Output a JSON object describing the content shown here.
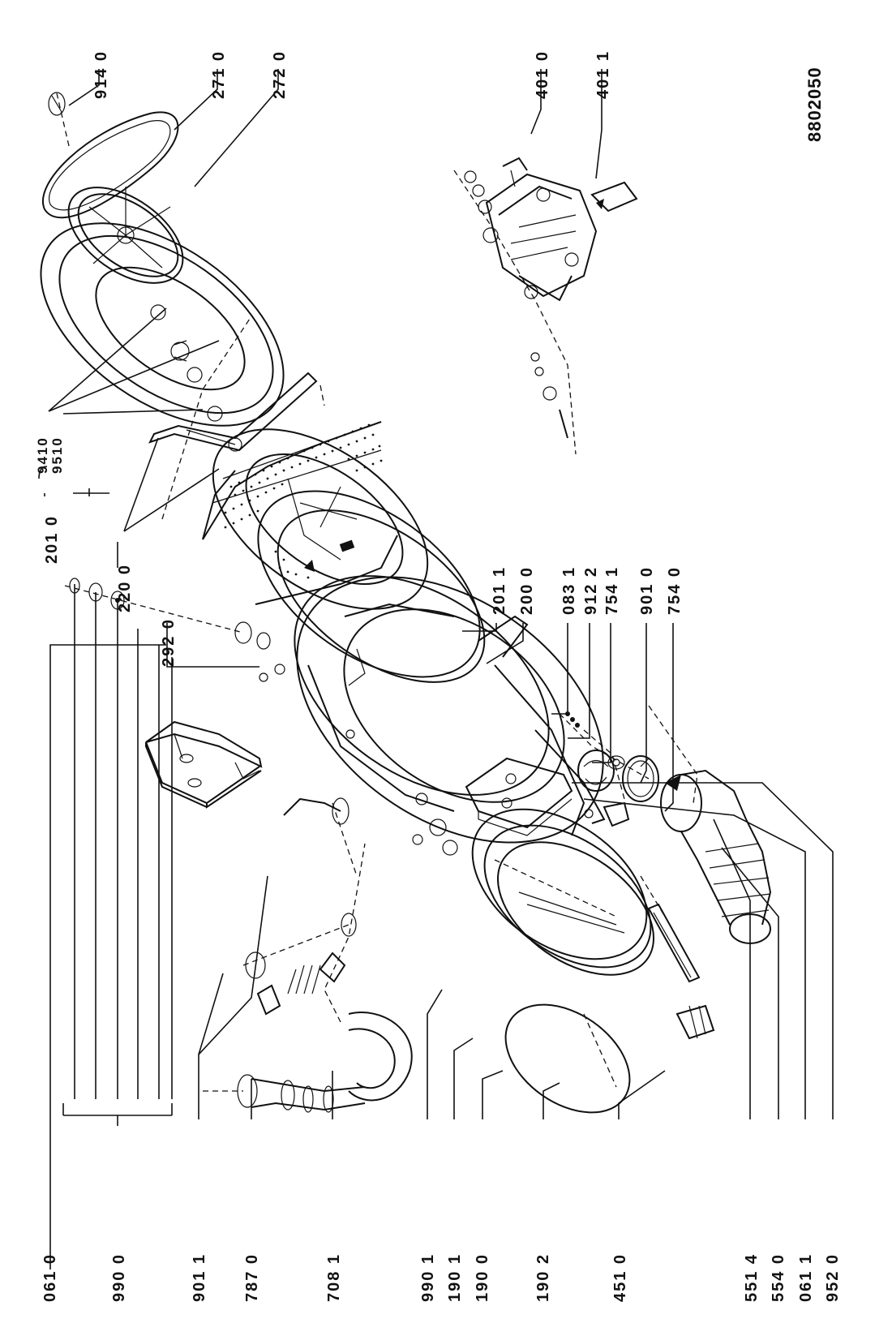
{
  "diagram": {
    "code": "8802050",
    "labels": {
      "l0610a": "061 0",
      "l9900": "990 0",
      "l9011": "901 1",
      "l7870": "787 0",
      "l7081": "708 1",
      "l9901": "990 1",
      "l1901": "190 1",
      "l1900": "190 0",
      "l1902": "190 2",
      "l4510": "451 0",
      "l5514": "551 4",
      "l5540": "554 0",
      "l0611": "061 1",
      "l9520": "952 0",
      "l2010": "201 0",
      "l2200": "220 0",
      "l2920": "292 0",
      "l9410": "9410",
      "l9510": "9510",
      "l2011": "201 1",
      "l2000": "200 0",
      "l0831": "083 1",
      "l9122": "912 2",
      "l7541": "754 1",
      "l9010": "901 0",
      "l7540": "754 0",
      "l9140": "914 0",
      "l2710": "271 0",
      "l2720": "272 0",
      "l4010": "401 0",
      "l4011": "401 1"
    }
  }
}
